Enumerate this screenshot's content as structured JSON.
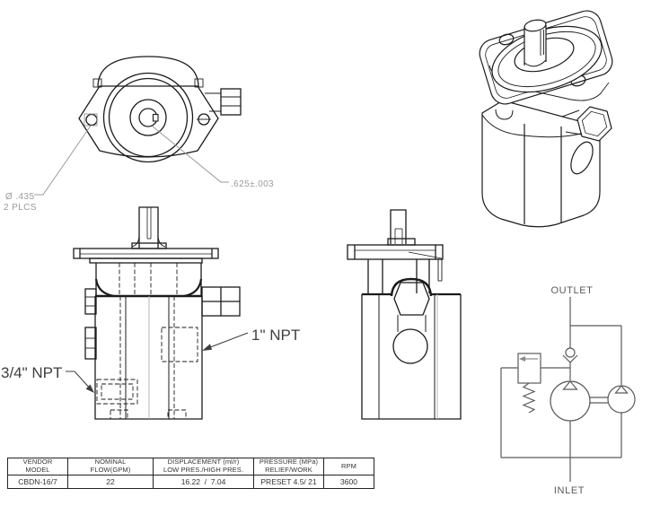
{
  "drawing": {
    "front_view": {
      "hole_dim_line1": "Ø .435",
      "hole_dim_line2": "2 PLCS",
      "shaft_dim": ".625±.003"
    },
    "side_view": {
      "right_port_label": "1\" NPT",
      "left_port_label": "3/4\" NPT"
    },
    "schematic": {
      "outlet_label": "OUTLET",
      "inlet_label": "INLET"
    }
  },
  "spec_table": {
    "headers": [
      "VENDOR\nMODEL",
      "NOMINAL\nFLOW(GPM)",
      "DISPLACEMENT (ml/r)\nLOW PRES./HIGH PRES.",
      "PRESSURE (MPa)\nRELIEF/WORK",
      "RPM"
    ],
    "row": [
      "CBDN-16/7",
      "22",
      "16.22  /  7.04",
      "PRESET 4.5/ 21",
      "3600"
    ]
  },
  "colors": {
    "background": "#ffffff",
    "line": "#1b1b1b",
    "dim_text": "#9a9a9a",
    "annotation_text": "#3f3f3f",
    "schematic": "#5a5a5a",
    "table_text": "#333333"
  }
}
